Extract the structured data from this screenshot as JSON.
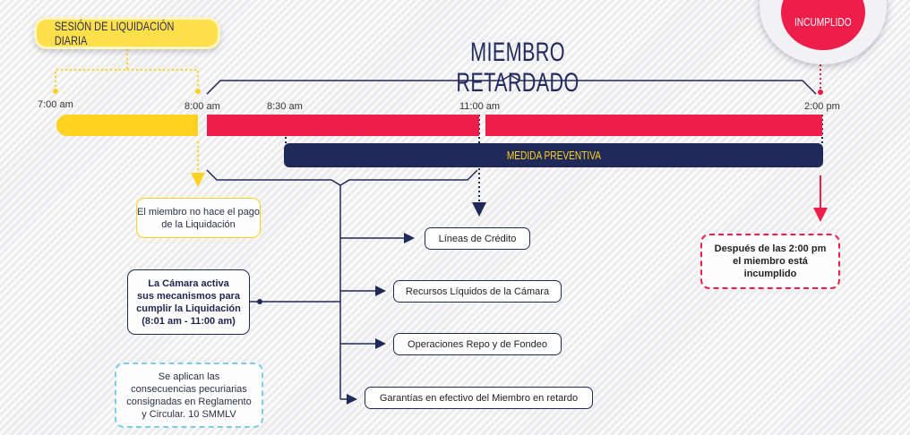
{
  "session_badge": "SESIÓN DE LIQUIDACIÓN DIARIA",
  "title": "MIEMBRO RETARDADO",
  "status_badge": "INCUMPLIDO",
  "times": {
    "t700": "7:00 am",
    "t800": "8:00 am",
    "t830": "8:30 am",
    "t1100": "11:00 am",
    "t1400": "2:00 pm"
  },
  "preventive_bar": "MEDIDA PREVENTIVA",
  "notes": {
    "no_payment": "El miembro no hace el pago de la Liquidación",
    "camara_line1": "La Cámara activa",
    "camara_line2": "sus mecanismos para",
    "camara_line3": "cumplir la Liquidación",
    "camara_line4": "(8:01 am - 11:00 am)",
    "consequences": "Se aplican las consecuencias pecuriarias consignadas en Reglamento y Circular. 10 SMMLV",
    "after_2pm_line1": "Después de las 2:00 pm",
    "after_2pm_line2": "el miembro está",
    "after_2pm_line3": "incumplido"
  },
  "mechanisms": [
    "Líneas de Crédito",
    "Recursos Líquidos de la Cámara",
    "Operaciones Repo y de Fondeo",
    "Garantías en efectivo del Miembro en retardo"
  ],
  "colors": {
    "navy": "#202a58",
    "yellow": "#ffd21f",
    "red": "#ee1d4a",
    "light_blue": "#7ecbe8"
  }
}
